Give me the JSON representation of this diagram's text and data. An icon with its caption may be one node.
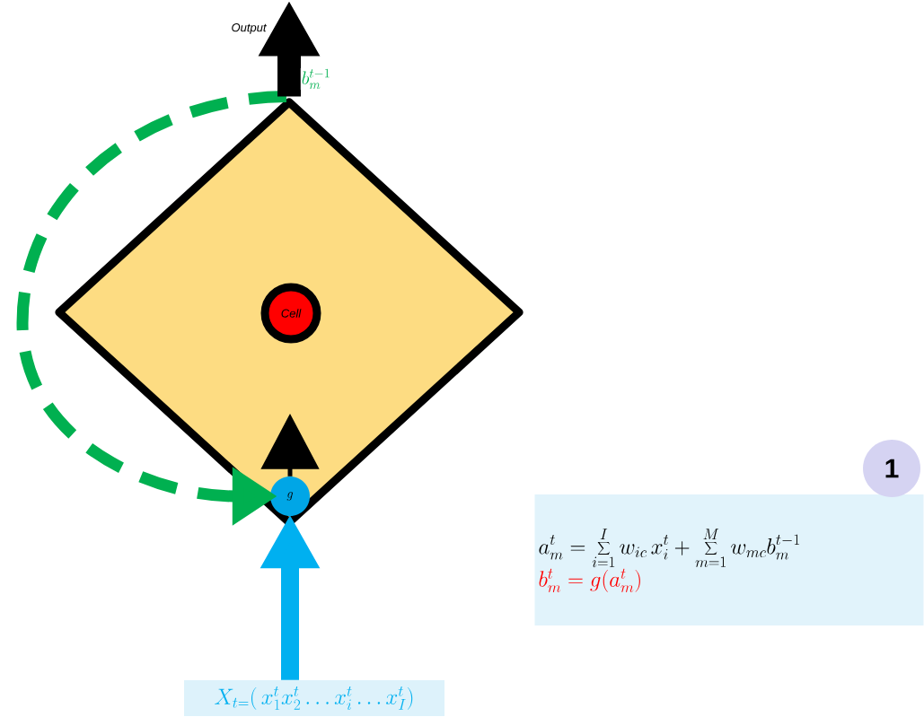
{
  "diagram": {
    "nodes": [
      {
        "text": [],
        "shape": "diamond"
      },
      {
        "text": [
          "Cell"
        ],
        "in": 0
      },
      {
        "text": [
          "g"
        ],
        "in": 0
      },
      {
        "text": [
          "X_{t=}(\\, x_1^t x_2^t \\ldots x_i^t \\ldots x_I^t)"
        ]
      },
      {
        "text": [
          "a_m^t = \\sum_{i=1}^{I} w_{ic}\\, x_i^t + \\sum_{m=1}^{M} w_{mc} b_m^{t-1}",
          "b_m^t = g(a_m^t)"
        ]
      },
      {
        "text": [
          "1"
        ]
      }
    ],
    "edges": [
      {
        "from": 0,
        "to": 2,
        "arrow": "to",
        "style": "dashed",
        "color": "#00b050",
        "label": "b_m^{t-1}"
      },
      {
        "from": 0,
        "to": null,
        "arrow": "to",
        "color": "#000000",
        "label": "Output"
      },
      {
        "from": 3,
        "to": 2,
        "arrow": "to",
        "color": "#00b0f0"
      }
    ]
  }
}
